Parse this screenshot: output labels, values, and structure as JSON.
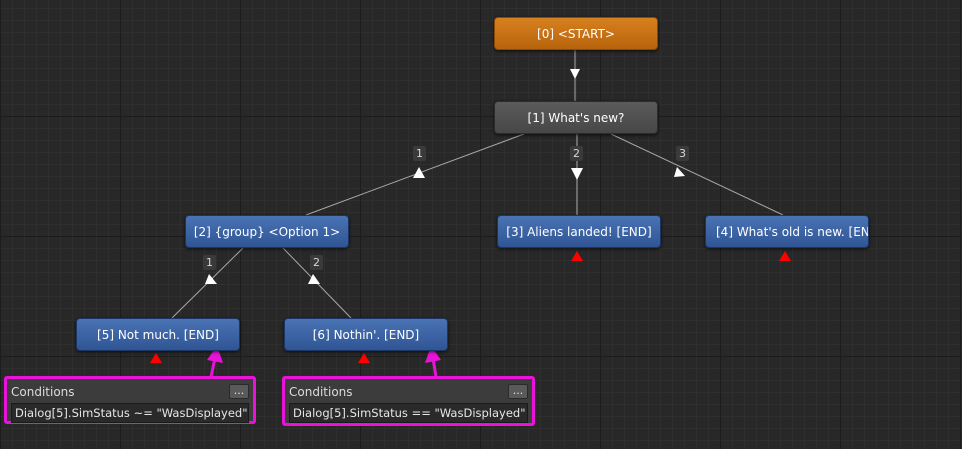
{
  "nodes": {
    "start": "[0] <START>",
    "n1": "[1] What's new?",
    "n2": "[2] {group} <Option 1>",
    "n3": "[3] Aliens landed! [END]",
    "n4": "[4] What's old is new. [EN",
    "n5": "[5] Not much. [END]",
    "n6": "[6] Nothin'. [END]"
  },
  "link_labels": {
    "l1_2": "1",
    "l1_3": "2",
    "l1_4": "3",
    "l2_5": "1",
    "l2_6": "2"
  },
  "conditions": [
    {
      "title": "Conditions",
      "button": "...",
      "value": "Dialog[5].SimStatus ~= \"WasDisplayed\""
    },
    {
      "title": "Conditions",
      "button": "...",
      "value": "Dialog[5].SimStatus == \"WasDisplayed\""
    }
  ],
  "colors": {
    "start_node": "#c87416",
    "npc_node": "#505050",
    "pc_node": "#3b64a6",
    "highlight": "#e812d8",
    "end_marker": "#ff0000"
  }
}
